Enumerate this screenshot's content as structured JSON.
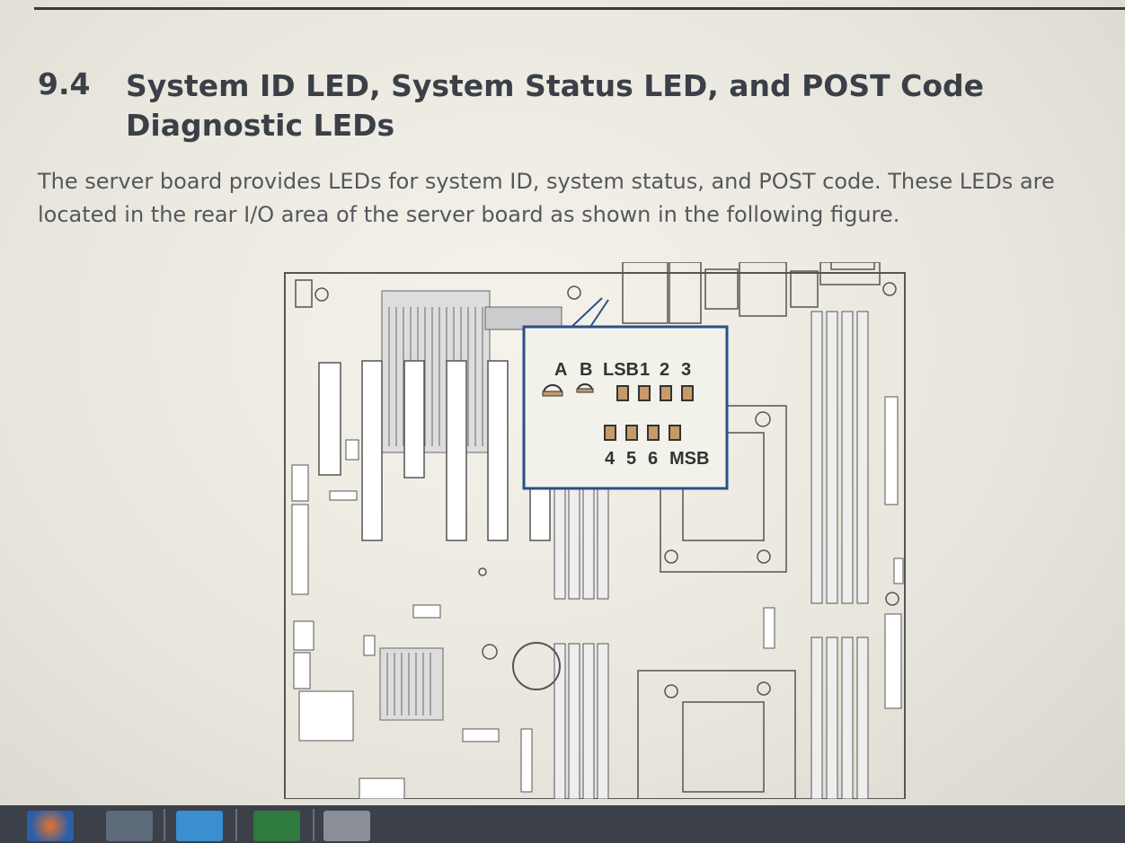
{
  "section": {
    "number": "9.4",
    "title": "System ID LED, System Status LED, and POST Code Diagnostic LEDs"
  },
  "body": {
    "paragraph": "The server board provides LEDs for system ID, system status, and POST code. These LEDs are located in the rear I/O area of the server board as shown in the following figure."
  },
  "figure": {
    "callout_top_labels": [
      "A",
      "B",
      "LSB",
      "1",
      "2",
      "3"
    ],
    "callout_bottom_labels": [
      "4",
      "5",
      "6",
      "MSB"
    ],
    "colors": {
      "led_fill": "#c79a6a",
      "callout_border": "#2a4f8a",
      "board_line": "#555555"
    }
  },
  "taskbar": {
    "icons": [
      "browser-icon",
      "app-icon",
      "remote-icon",
      "spreadsheet-icon",
      "calculator-icon"
    ]
  }
}
